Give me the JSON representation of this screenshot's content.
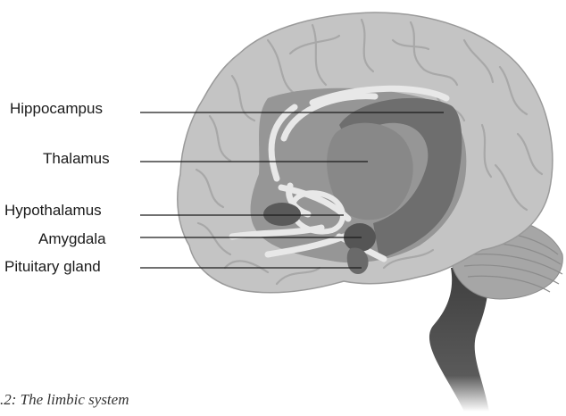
{
  "labels": {
    "hippocampus": "Hippocampus",
    "thalamus": "Thalamus",
    "hypothalamus": "Hypothalamus",
    "amygdala": "Amygdala",
    "pituitary": "Pituitary gland"
  },
  "caption": ".2: The limbic system",
  "colors": {
    "cortex": "#c4c4c4",
    "cortex_outline": "#9a9a9a",
    "sulci": "#a8a8a8",
    "inner_region": "#8c8c8c",
    "deep_structures": "#6e6e6e",
    "dark_structures": "#555555",
    "white_tracts": "#e8e8e8",
    "brainstem": "#4a4a4a",
    "cerebellum": "#a6a6a6",
    "leader_line": "#1a1a1a"
  }
}
